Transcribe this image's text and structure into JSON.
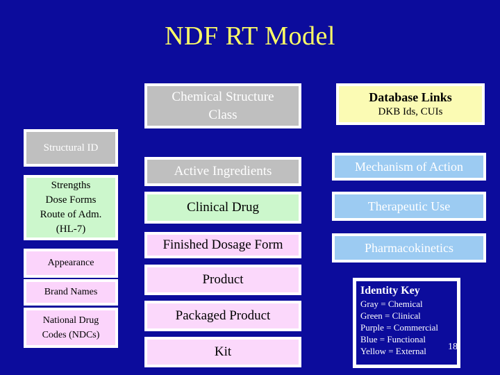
{
  "slide": {
    "title": "NDF RT Model",
    "number": "18",
    "background_color": "#0c0c9c",
    "title_color": "#ffff66"
  },
  "colors": {
    "gray": "#bfbfbf",
    "green": "#ccf7cc",
    "purple_pink": "#fbd4fb",
    "blue": "#9ccbf2",
    "yellow": "#fbfbb4",
    "border": "#ffffff"
  },
  "left_column": {
    "structural_id": {
      "label": "Structural  ID"
    },
    "strengths": {
      "lines": [
        "Strengths",
        "Dose Forms",
        "Route of Adm.",
        "(HL-7)"
      ],
      "line1": "Strengths",
      "line2": "Dose Forms",
      "line3": "Route of Adm.",
      "line4": "(HL-7)"
    },
    "appearance": {
      "label": "Appearance"
    },
    "brand_names": {
      "label": "Brand Names"
    },
    "national_drug_codes": {
      "line1": "National Drug",
      "line2": "Codes (NDCs)"
    }
  },
  "center_column": {
    "chemical_structure_class": {
      "line1": "Chemical Structure",
      "line2": "Class"
    },
    "active_ingredients": {
      "label": "Active Ingredients"
    },
    "clinical_drug": {
      "label": "Clinical Drug"
    },
    "finished_dosage_form": {
      "label": "Finished Dosage Form"
    },
    "product": {
      "label": "Product"
    },
    "packaged_product": {
      "label": "Packaged Product"
    },
    "kit": {
      "label": "Kit"
    }
  },
  "right_column": {
    "database_links": {
      "title": "Database Links",
      "subtitle": "DKB Ids,  CUIs"
    },
    "mechanism_of_action": {
      "label": "Mechanism of Action"
    },
    "therapeutic_use": {
      "label": "Therapeutic Use"
    },
    "pharmacokinetics": {
      "label": "Pharmacokinetics"
    }
  },
  "legend": {
    "title": "Identity Key",
    "rows": [
      "Gray = Chemical",
      "Green = Clinical",
      "Purple = Commercial",
      "Blue = Functional",
      "Yellow = External"
    ],
    "row0": "Gray = Chemical",
    "row1": "Green = Clinical",
    "row2": "Purple = Commercial",
    "row3": "Blue = Functional",
    "row4": "Yellow = External"
  }
}
